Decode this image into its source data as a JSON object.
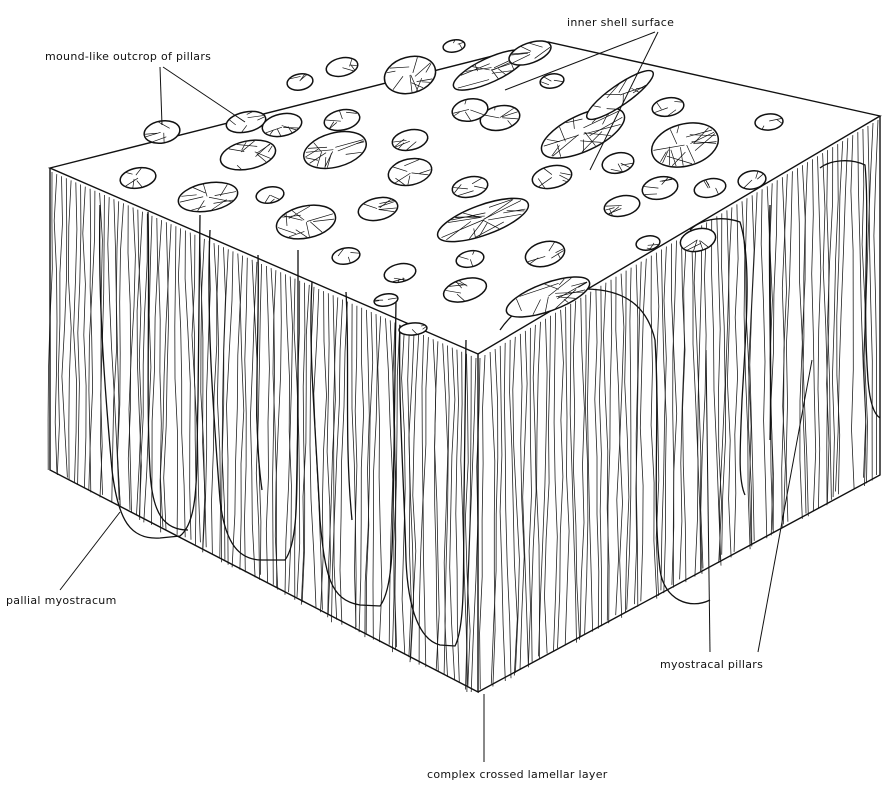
{
  "labels": {
    "inner_shell_surface": "inner shell surface",
    "mound_outcrop": "mound-like outcrop of pillars",
    "pallial_myostracum": "pallial myostracum",
    "myostracal_pillars": "myostracal pillars",
    "complex_crossed_lamellar": "complex crossed lamellar layer"
  },
  "colors": {
    "ink": "#111111",
    "paper": "#ffffff"
  }
}
